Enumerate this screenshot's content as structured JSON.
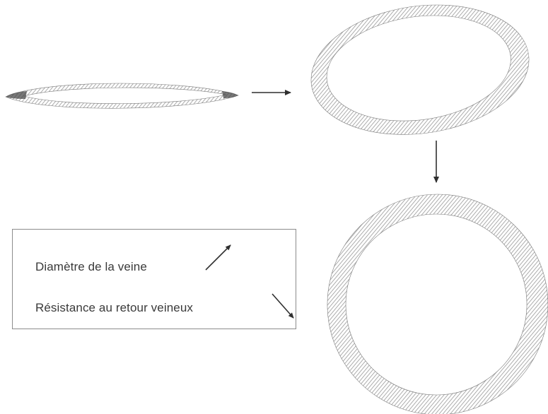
{
  "diagram": {
    "stages": [
      {
        "name": "flattened-vein"
      },
      {
        "name": "oval-vein"
      },
      {
        "name": "round-vein"
      }
    ],
    "legend": {
      "rows": [
        {
          "label": "Diamètre de la veine",
          "trend": "increase",
          "arrow_icon": "arrow-up-right-icon"
        },
        {
          "label": "Résistance au retour veineux",
          "trend": "decrease",
          "arrow_icon": "arrow-down-right-icon"
        }
      ]
    },
    "colors": {
      "wall_hatch": "#8a8a8a",
      "wall_dark": "#3c3c3c",
      "arrow": "#2f2f2f",
      "text": "#3a3a3a",
      "border": "#8c8c8c"
    }
  }
}
